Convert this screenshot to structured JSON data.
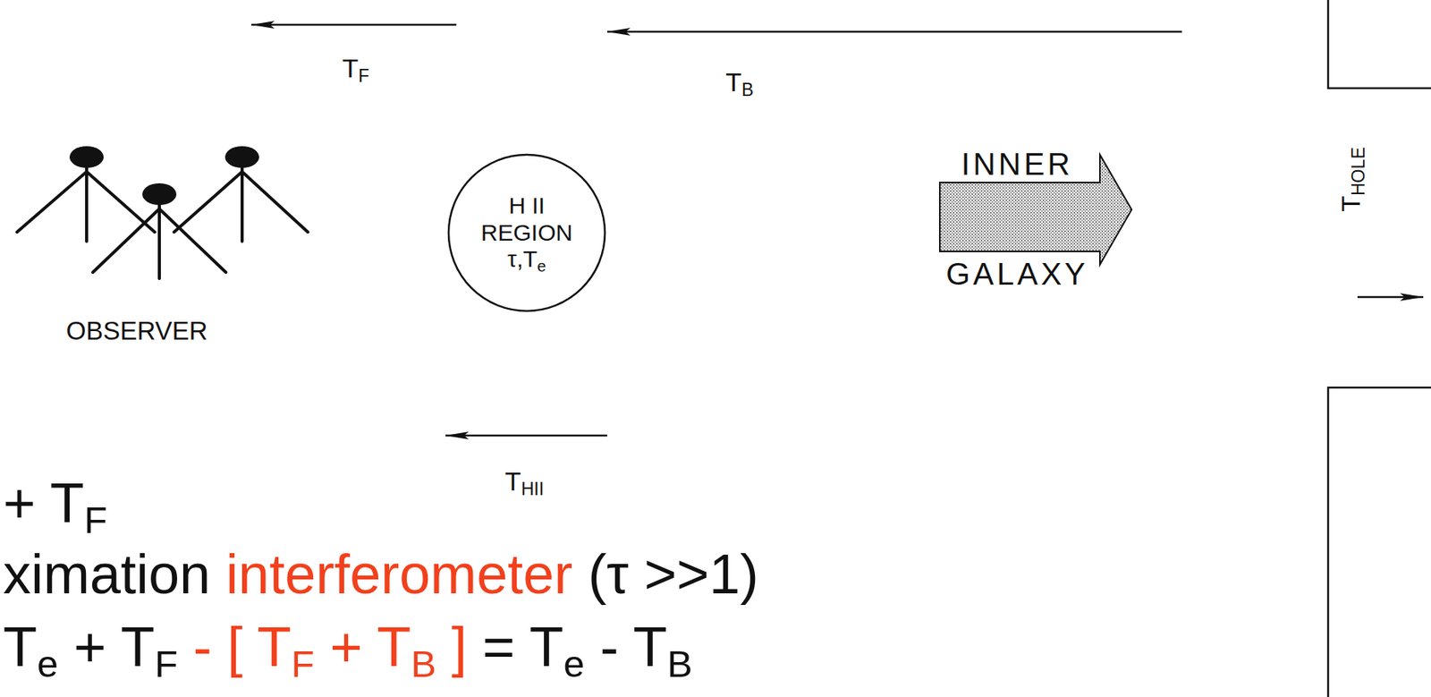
{
  "diagram": {
    "nodes": [
      {
        "text": [
          "H II REGION τ,Te"
        ]
      },
      {
        "text": [
          "INNER GALAXY"
        ]
      }
    ],
    "labels": [
      "TF",
      "TB",
      "OBSERVER",
      "THII",
      "THOLE",
      "+ TF",
      "ximation",
      "interferometer",
      "(τ >>1)",
      "Te + TF",
      "- [ TF + TB ]",
      "= Te - TB"
    ]
  }
}
